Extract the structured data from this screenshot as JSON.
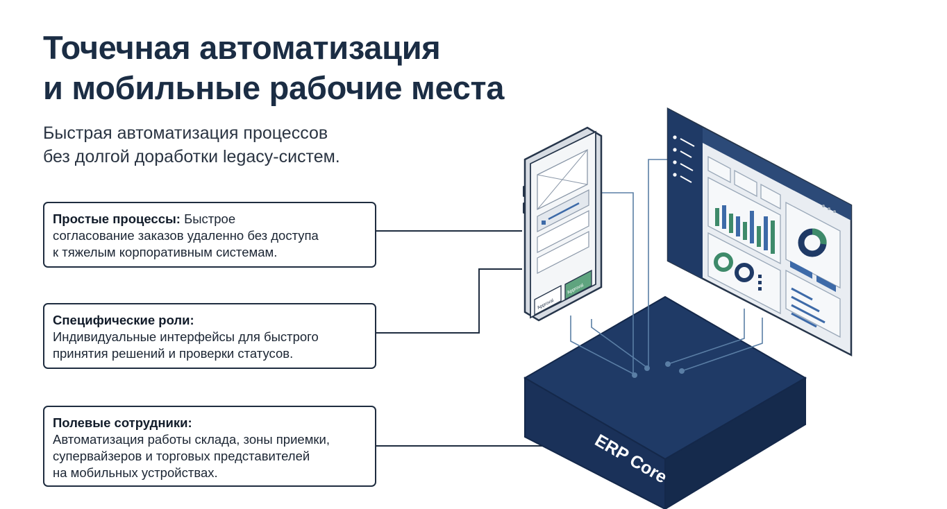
{
  "header": {
    "title_line1": "Точечная автоматизация",
    "title_line2": "и мобильные рабочие места",
    "subtitle_line1": "Быстрая автоматизация процессов",
    "subtitle_line2": "без долгой доработки legacy-систем."
  },
  "cards": [
    {
      "heading": "Простые процессы:",
      "lead": " Быстрое",
      "line2": "согласование заказов удаленно без доступа",
      "line3": "к тяжелым корпоративным системам."
    },
    {
      "heading": "Специфические роли:",
      "line2": "Индивидуальные интерфейсы для быстрого",
      "line3": "принятия решений и проверки статусов."
    },
    {
      "heading": "Полевые сотрудники:",
      "line2": "Автоматизация работы склада, зоны приемки,",
      "line3": "супервайзеров и торговых представителей",
      "line4": "на мобильных устройствах."
    }
  ],
  "diagram": {
    "core_label": "ERP Core",
    "phone_button_left": "Approval",
    "phone_button_right": "Approval",
    "colors": {
      "navy": "#1f3a66",
      "navy_dark": "#172c4f",
      "green": "#3e8a6a",
      "blue_accent": "#3d6aa8",
      "line": "#5a7ea5"
    }
  }
}
